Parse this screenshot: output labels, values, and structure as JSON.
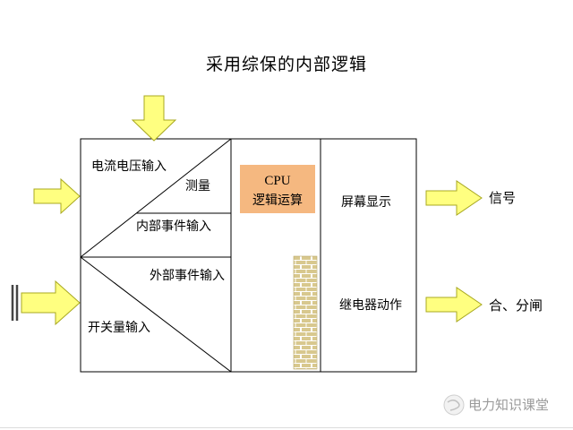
{
  "title": "采用综保的内部逻辑",
  "box": {
    "inputs": {
      "current_voltage": "电流电压输入",
      "measurement": "测量",
      "internal_event": "内部事件输入",
      "external_event": "外部事件输入",
      "switch_quantity": "开关量输入"
    },
    "cpu": {
      "line1": "CPU",
      "line2": "逻辑运算"
    },
    "outputs": {
      "screen_display": "屏幕显示",
      "relay_action": "继电器动作"
    }
  },
  "arrow_labels": {
    "signal": "信号",
    "open_close": "合、分闸"
  },
  "watermark": "电力知识课堂",
  "colors": {
    "cpu_box_fill": "#f5b880",
    "hatch_fill": "#d8c88e",
    "arrow_fill": "#ffff80",
    "arrow_stroke": "#a8a820",
    "line": "#000000",
    "watermark_text": "#9a9a9a"
  }
}
